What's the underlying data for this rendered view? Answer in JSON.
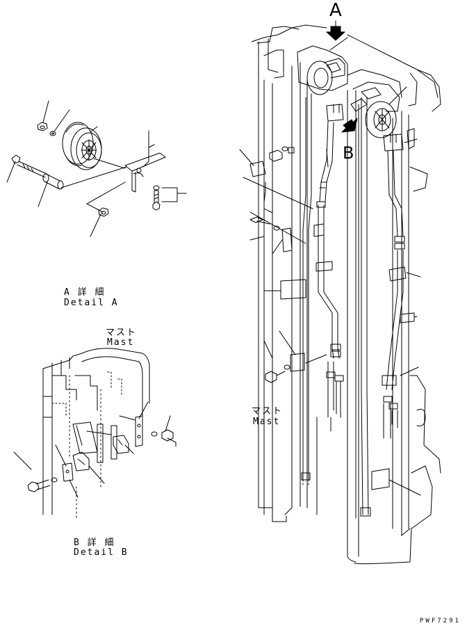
{
  "detail_a": {
    "jp": "A 詳 細",
    "en": "Detail A"
  },
  "detail_b": {
    "jp": "B 詳 細",
    "en": "Detail B"
  },
  "mast_detail_b": {
    "jp": "マスト",
    "en": "Mast"
  },
  "mast_main": {
    "jp": "マスト",
    "en": "Mast"
  },
  "view_a_letter": "A",
  "view_b_letter": "B",
  "drawing_code": "PWF7291"
}
